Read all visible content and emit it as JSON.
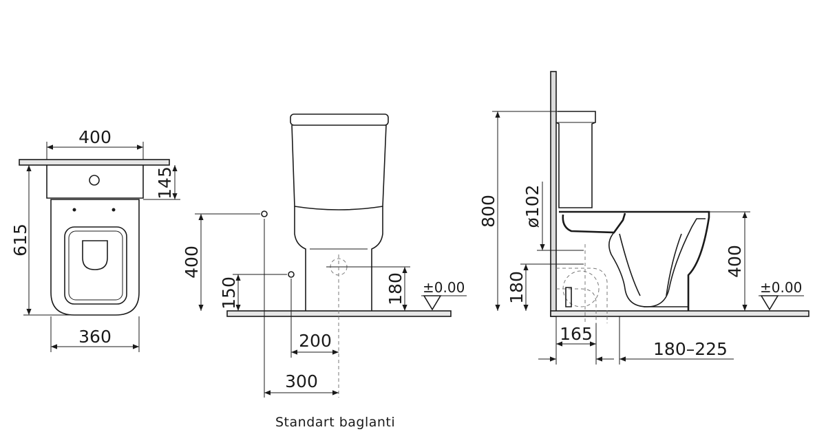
{
  "top_view": {
    "width_top": "400",
    "depth": "615",
    "offset": "145",
    "width_bottom": "360"
  },
  "front_view": {
    "height_400": "400",
    "height_150": "150",
    "height_180": "180",
    "level": "±0.00",
    "width_200": "200",
    "width_300": "300"
  },
  "side_view": {
    "height_800": "800",
    "diameter": "ø102",
    "height_180": "180",
    "height_400": "400",
    "level": "±0.00",
    "dist_165": "165",
    "dist_range": "180–225"
  },
  "caption": "Standart  baglanti"
}
